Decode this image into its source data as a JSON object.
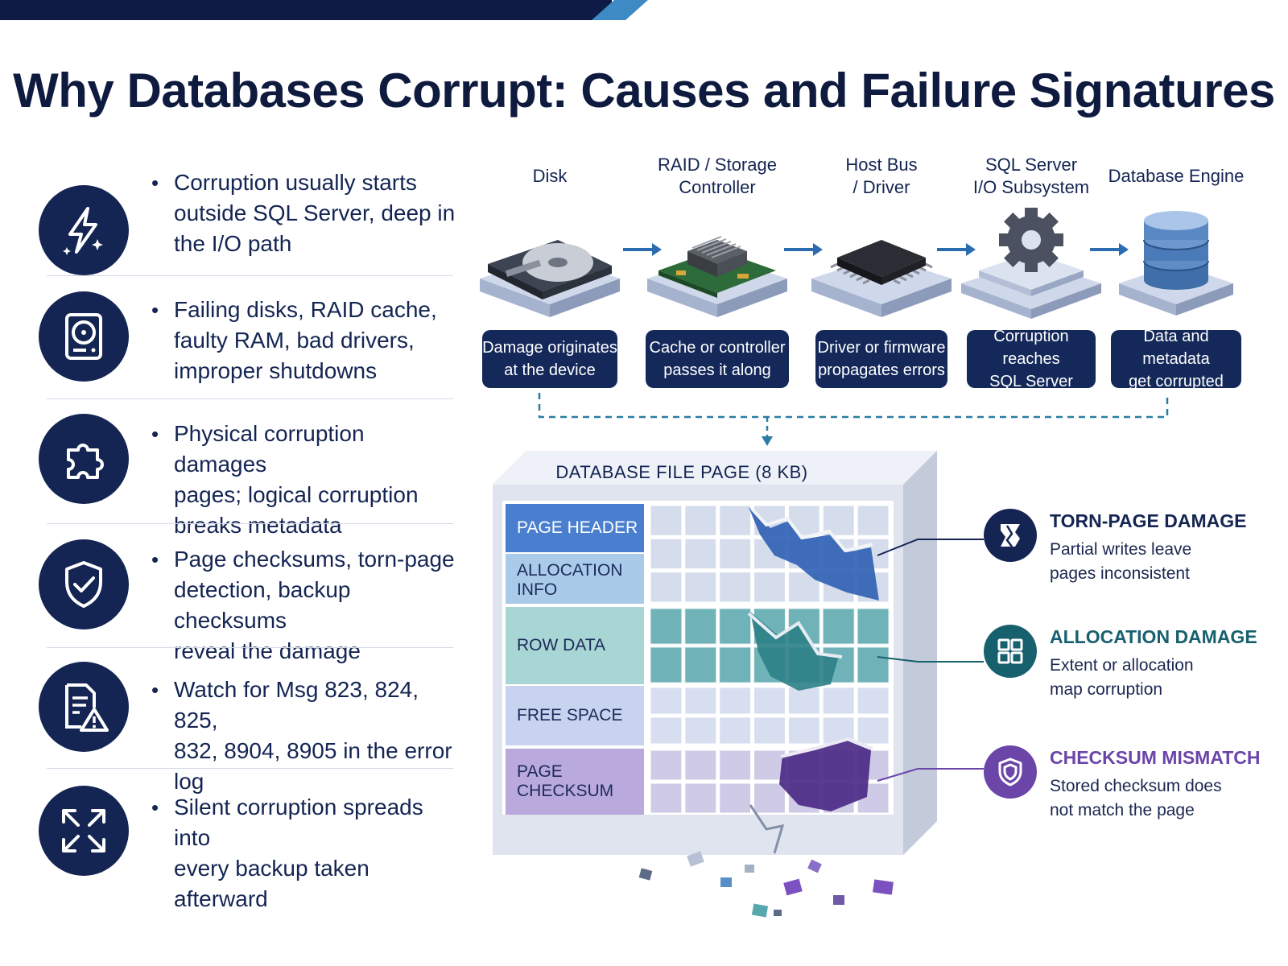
{
  "title": "Why Databases Corrupt: Causes and Failure Signatures",
  "causes": [
    {
      "icon": "lightning-icon",
      "text": "Corruption usually starts\noutside SQL Server, deep in\nthe I/O path"
    },
    {
      "icon": "hard-drive-icon",
      "text": "Failing disks, RAID cache,\nfaulty RAM, bad drivers,\nimproper shutdowns"
    },
    {
      "icon": "puzzle-icon",
      "text": "Physical corruption damages\npages; logical corruption\nbreaks metadata"
    },
    {
      "icon": "shield-check-icon",
      "text": "Page checksums, torn-page\ndetection, backup checksums\nreveal the damage"
    },
    {
      "icon": "document-warning-icon",
      "text": "Watch for Msg 823, 824, 825,\n832, 8904, 8905 in the error log"
    },
    {
      "icon": "spread-arrows-icon",
      "text": "Silent corruption spreads into\nevery backup taken afterward"
    }
  ],
  "bullet": "•",
  "io_path": [
    {
      "label": "Disk",
      "caption": "Damage originates\nat the device",
      "icon": "disk-icon"
    },
    {
      "label": "RAID / Storage\nController",
      "caption": "Cache or controller\npasses it along",
      "icon": "controller-card-icon"
    },
    {
      "label": "Host Bus\n/ Driver",
      "caption": "Driver or firmware\npropagates errors",
      "icon": "chip-icon"
    },
    {
      "label": "SQL Server\nI/O Subsystem",
      "caption": "Corruption reaches\nSQL Server",
      "icon": "gear-icon"
    },
    {
      "label": "Database Engine",
      "caption": "Data and metadata\nget corrupted",
      "icon": "database-icon"
    }
  ],
  "page": {
    "title": "DATABASE FILE PAGE (8 KB)",
    "sections": [
      {
        "label": "PAGE HEADER",
        "color": "#4a7fcf"
      },
      {
        "label": "ALLOCATION INFO",
        "color": "#a9cbe9"
      },
      {
        "label": "ROW DATA",
        "color": "#a8d6d5"
      },
      {
        "label": "FREE SPACE",
        "color": "#c7d3ef"
      },
      {
        "label": "PAGE CHECKSUM",
        "color": "#b9a9dc"
      }
    ]
  },
  "signatures": [
    {
      "title": "TORN-PAGE DAMAGE",
      "text": "Partial writes leave\npages inconsistent",
      "color": "#142553",
      "icon": "torn-page-icon"
    },
    {
      "title": "ALLOCATION DAMAGE",
      "text": "Extent or allocation\nmap corruption",
      "color": "#17606e",
      "icon": "grid-icon"
    },
    {
      "title": "CHECKSUM MISMATCH",
      "text": "Stored checksum does\nnot match the page",
      "color": "#6b45a8",
      "icon": "shield-mismatch-icon"
    }
  ]
}
